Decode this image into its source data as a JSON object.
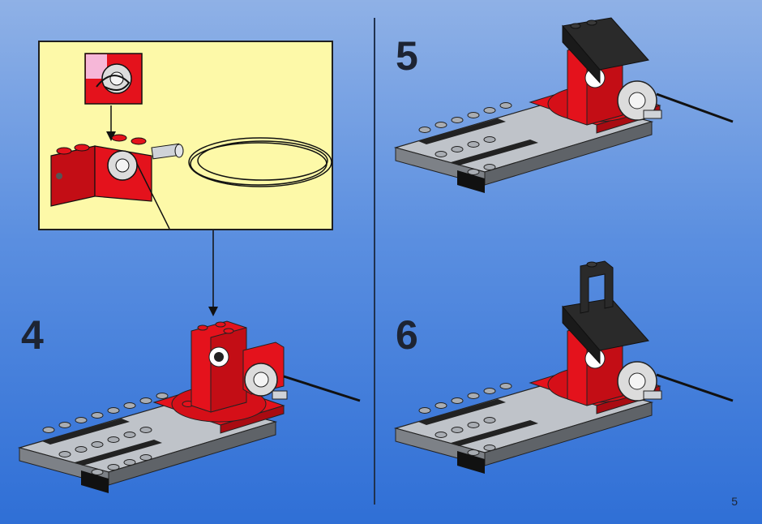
{
  "steps": [
    {
      "number": "4"
    },
    {
      "number": "5"
    },
    {
      "number": "6"
    }
  ],
  "page_number": "5",
  "colors": {
    "background_top": "#8fb1e6",
    "background_bottom": "#2f6fd6",
    "callout_background": "#fdf9a8",
    "brick_red": "#e4121c",
    "plate_gray": "#bfc3c9",
    "brick_black": "#222222"
  }
}
